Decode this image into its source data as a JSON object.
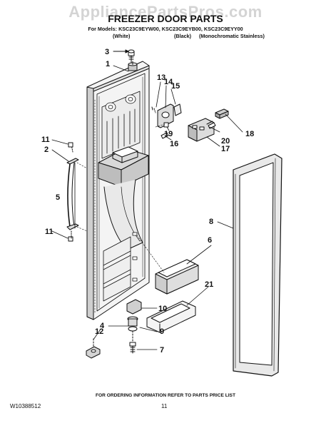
{
  "watermark": "AppliancePartsPros.com",
  "header": {
    "title": "FREEZER DOOR PARTS",
    "models_line": "For Models: KSC23C9EYW00, KSC23C9EYB00, KSC23C9EYY00",
    "variants": [
      "(White)",
      "(Black)",
      "(Monochromatic Stainless)"
    ]
  },
  "callouts": [
    "1",
    "2",
    "3",
    "4",
    "5",
    "6",
    "7",
    "8",
    "9",
    "10",
    "11",
    "11",
    "12",
    "13",
    "14",
    "15",
    "16",
    "17",
    "18",
    "19",
    "20",
    "21"
  ],
  "footer": {
    "ordering_note": "FOR ORDERING INFORMATION REFER TO PARTS PRICE LIST",
    "doc_number": "W10388512",
    "page_number": "11"
  }
}
